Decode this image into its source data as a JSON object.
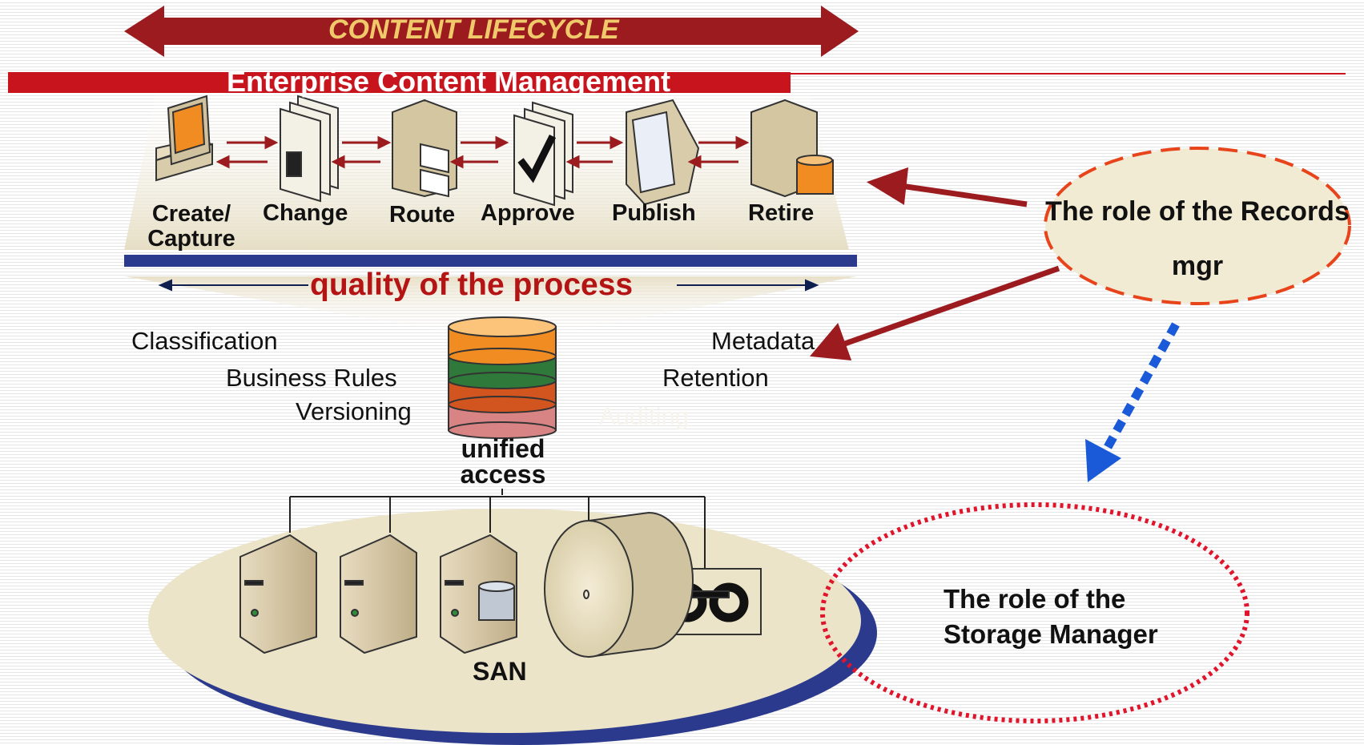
{
  "header": {
    "lifecycle_label": "CONTENT LIFECYCLE",
    "ecm_label": "Enterprise Content Management"
  },
  "process_steps": [
    {
      "label": "Create/ Capture",
      "icon": "workstation-icon"
    },
    {
      "label": "Change",
      "icon": "documents-icon"
    },
    {
      "label": "Route",
      "icon": "routing-server-icon"
    },
    {
      "label": "Approve",
      "icon": "approved-document-icon"
    },
    {
      "label": "Publish",
      "icon": "publishing-monitor-icon"
    },
    {
      "label": "Retire",
      "icon": "archive-server-icon"
    }
  ],
  "quality_label": "quality of the process",
  "repository_features": {
    "left": [
      "Classification",
      "Business Rules",
      "Versioning"
    ],
    "right": [
      "Metadata",
      "Retention",
      "Auditing"
    ]
  },
  "unified_access_label": "unified access",
  "storage": {
    "label": "SAN",
    "devices": [
      "server-icon",
      "server-icon",
      "disk-server-icon",
      "disk-drum-icon",
      "tape-icon"
    ]
  },
  "callouts": {
    "records_manager": "The role of the Records mgr",
    "storage_manager": "The role of the Storage Manager"
  },
  "colors": {
    "lifecycle_arrow": "#9b1b1f",
    "ecm_bar": "#c8141c",
    "quality_text": "#b41414",
    "process_line": "#2b3a8c",
    "callout_records": "#e8441c",
    "callout_storage": "#e0142a",
    "blue_arrow": "#1a5ad8"
  }
}
